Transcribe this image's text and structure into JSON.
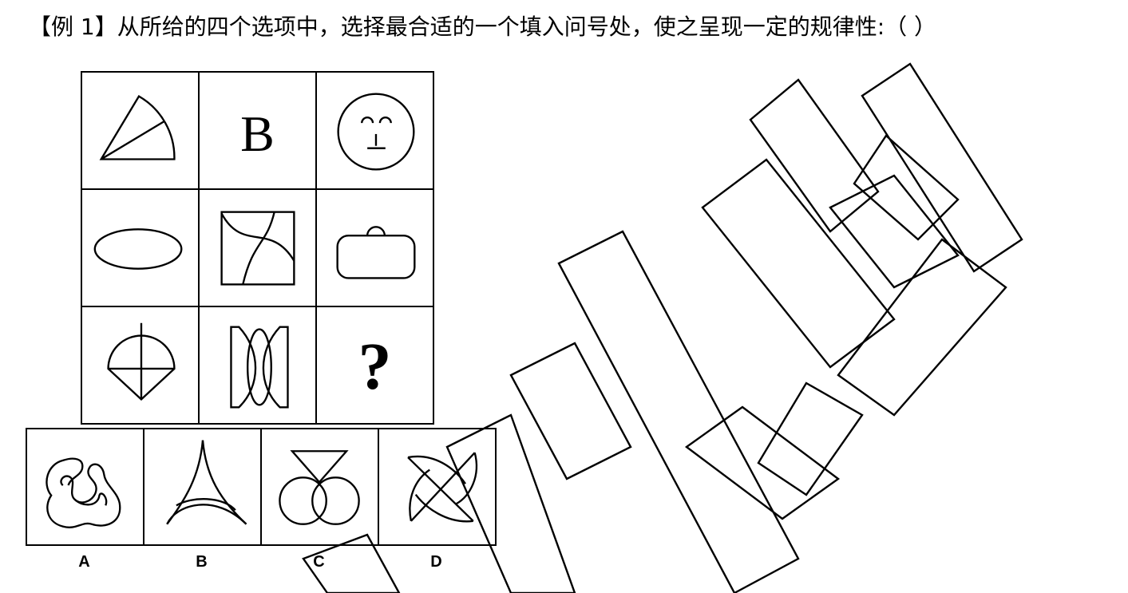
{
  "question": {
    "text": "【例 1】从所给的四个选项中，选择最合适的一个填入问号处，使之呈现一定的规律性:（    ）"
  },
  "grid": {
    "row1": {
      "cell2_text": "B"
    },
    "row3": {
      "cell3_text": "?"
    }
  },
  "options": {
    "labels": [
      "A",
      "B",
      "C",
      "D"
    ]
  },
  "watermark": {
    "color": "#e6e6e6"
  }
}
